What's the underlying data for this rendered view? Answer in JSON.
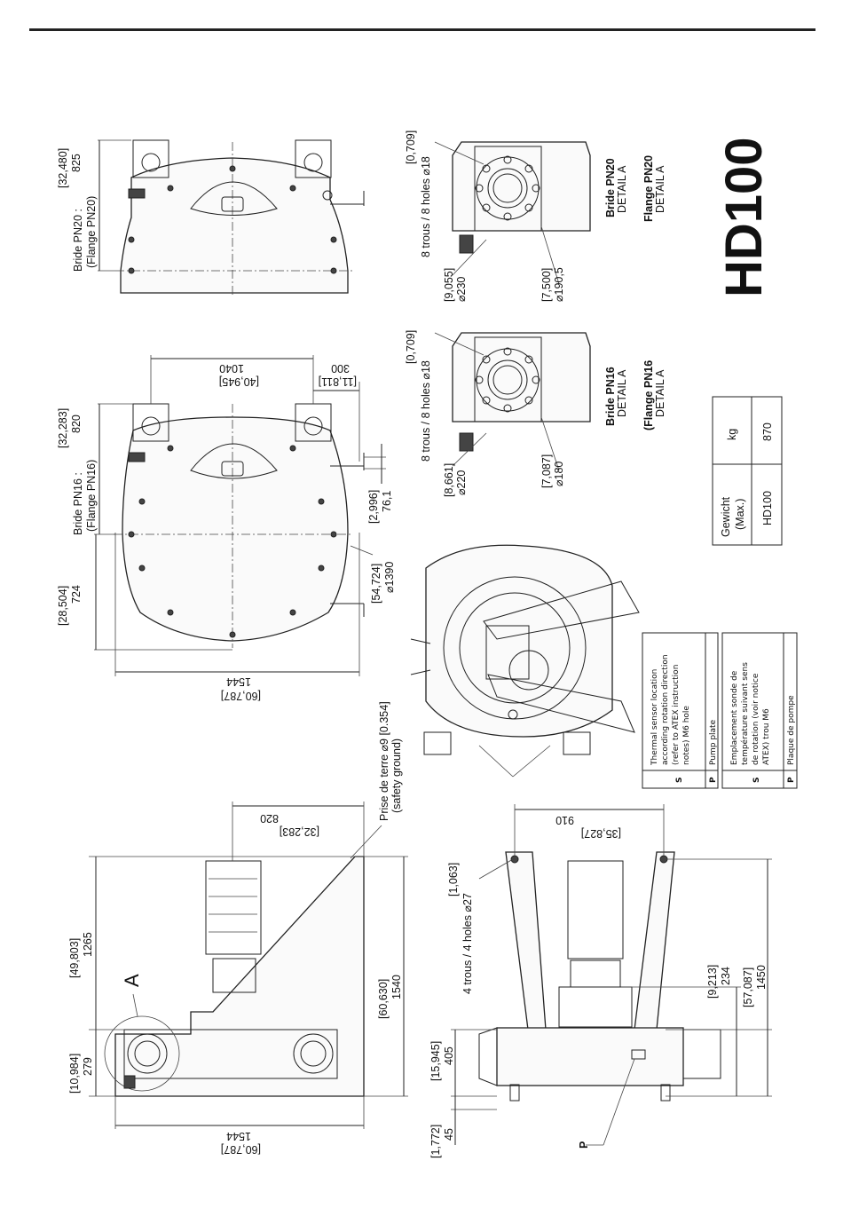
{
  "drawing": {
    "title": "HD100"
  },
  "weight_table": {
    "header_weight": [
      "Gewicht",
      "(Max.)"
    ],
    "header_unit": "kg",
    "model": "HD100",
    "value": "870"
  },
  "legend_en": {
    "s_code": "S",
    "s_text": [
      "Thermal sensor location",
      "according rotation direction",
      "(refer to ATEX instruction",
      "notes) M6 hole"
    ],
    "p_code": "P",
    "p_text": "Pump plate"
  },
  "legend_fr": {
    "s_code": "S",
    "s_text": [
      "Emplacement sonde de",
      "température suivant sens",
      "de rotation (voir notice",
      "ATEX) trou M6"
    ],
    "p_code": "P",
    "p_text": "Plaque de pompe"
  },
  "view_pn20": {
    "flange_label": [
      "Bride PN20 :",
      "(Flange PN20)"
    ],
    "dim_height": [
      "[32,480]",
      "825"
    ],
    "holes": [
      "[0,709]",
      "8 trous / 8 holes  ⌀18"
    ],
    "d1": [
      "[9,055]",
      "⌀230"
    ],
    "d2": [
      "[7,500]",
      "⌀190,5"
    ],
    "detail_bride": [
      "Bride PN20",
      "DETAIL A"
    ],
    "detail_flange": [
      "Flange PN20",
      "DETAIL A"
    ]
  },
  "view_pn16": {
    "flange_label": [
      "Bride PN16 :",
      "(Flange PN16)"
    ],
    "dim_height": [
      "[32,283]",
      "820"
    ],
    "dim_1040": [
      "1040",
      "[40,945]"
    ],
    "dim_300": [
      "300",
      "[11,811]"
    ],
    "dim_724": [
      "[28,504]",
      "724"
    ],
    "dim_1544": [
      "1544",
      "[60,787]"
    ],
    "dim_76": [
      "[2,996]",
      "76,1"
    ],
    "dim_1390": [
      "[54,724]",
      "⌀1390"
    ],
    "holes": [
      "[0,709]",
      "8 trous / 8 holes  ⌀18"
    ],
    "d1": [
      "[8,661]",
      "⌀220"
    ],
    "d2": [
      "[7,087]",
      "⌀180"
    ],
    "detail_bride": [
      "Bride PN16",
      "DETAIL A"
    ],
    "detail_flange": [
      "(Flange PN16",
      "DETAIL A"
    ]
  },
  "view_side": {
    "dim_820": [
      "820",
      "[32,283]"
    ],
    "ground": [
      "Prise de terre ⌀9 [0.354]",
      "(safety ground)"
    ],
    "dim_1265": [
      "[49,803]",
      "1265"
    ],
    "detail_mark": "A",
    "dim_279": [
      "[10,984]",
      "279"
    ],
    "dim_1540": [
      "[60,630]",
      "1540"
    ],
    "dim_1544": [
      "1544",
      "[60,787]"
    ]
  },
  "view_front": {
    "dim_910": [
      "910",
      "[35,827]"
    ],
    "holes": [
      "[1,063]",
      "4 trous / 4 holes  ⌀27"
    ],
    "dim_234": [
      "[9,213]",
      "234"
    ],
    "dim_1450": [
      "[57,087]",
      "1450"
    ],
    "dim_405": [
      "[15,945]",
      "405"
    ],
    "dim_45": [
      "[1,772]",
      "45"
    ],
    "p_mark": "P"
  }
}
